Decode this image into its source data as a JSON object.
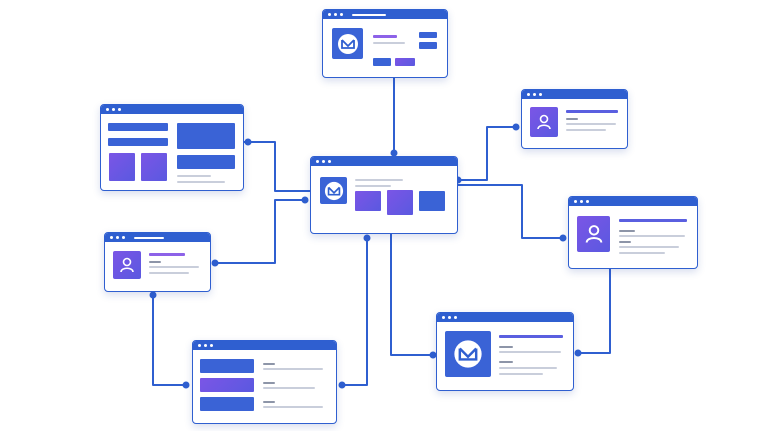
{
  "diagram": {
    "description_visible_text": "",
    "colors": {
      "accent_blue": "#2f5fd0",
      "accent_purple": "#7b55e6",
      "text_line_gray": "#c9cedb",
      "background": "#ffffff"
    },
    "nodes": [
      {
        "id": "top",
        "icon": "mail-icon"
      },
      {
        "id": "center-hub",
        "icon": "mail-icon"
      },
      {
        "id": "left-form",
        "icon": "none"
      },
      {
        "id": "left-profile",
        "icon": "user-icon"
      },
      {
        "id": "bottom-list",
        "icon": "none"
      },
      {
        "id": "right-profile-small",
        "icon": "user-icon"
      },
      {
        "id": "right-profile-large",
        "icon": "user-icon"
      },
      {
        "id": "bottom-right-mail",
        "icon": "mail-icon"
      }
    ]
  }
}
